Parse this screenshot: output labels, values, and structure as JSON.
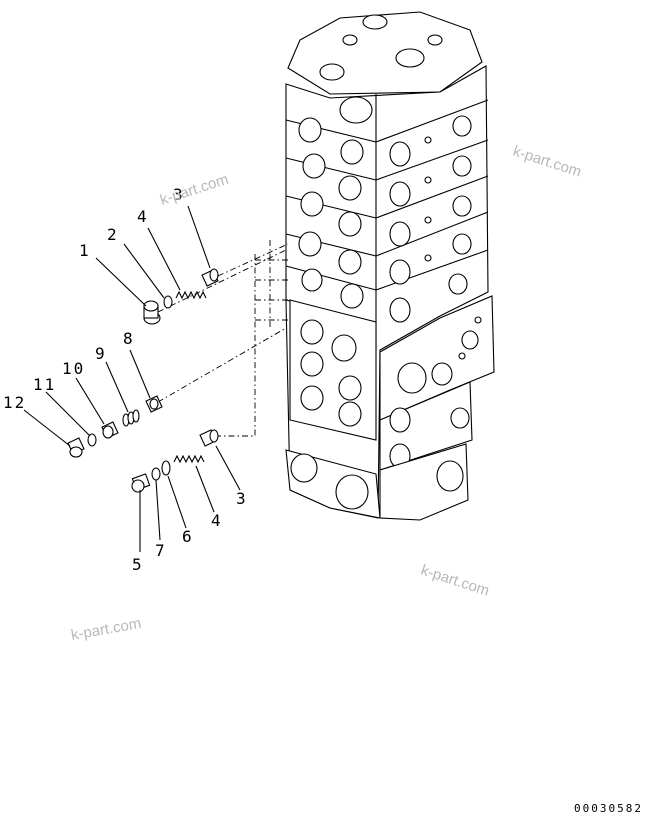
{
  "diagram": {
    "callouts": {
      "c1": "1",
      "c2": "2",
      "c3a": "3",
      "c4a": "4",
      "c8": "8",
      "c9": "9",
      "c10": "10",
      "c11": "11",
      "c12": "12",
      "c3b": "3",
      "c4b": "4",
      "c5": "5",
      "c6": "6",
      "c7": "7"
    },
    "watermarks": [
      "k-part.com",
      "k-part.com",
      "k-part.com",
      "k-part.com"
    ],
    "drawing_code": "00030582"
  }
}
